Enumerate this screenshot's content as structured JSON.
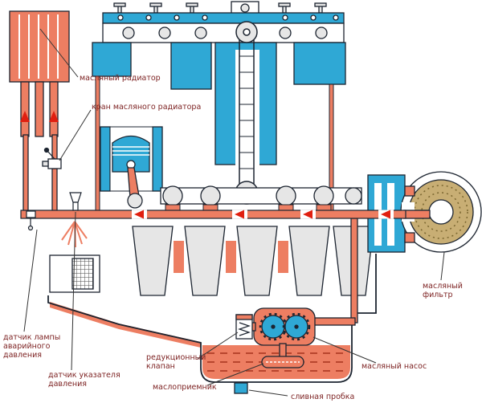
{
  "diagram": {
    "labels": {
      "oil_radiator": "масляный радиатор",
      "radiator_valve": "кран масляного радиатора",
      "oil_filter": "масляный фильтр",
      "emergency_pressure_sensor": "датчик лампы аварийного давления",
      "pressure_gauge_sensor": "датчик указателя давления",
      "relief_valve": "редукционный клапан",
      "oil_pickup": "маслоприемник",
      "oil_pump": "масляный насос",
      "drain_plug": "сливная пробка"
    },
    "colors": {
      "oil": "#ed7e62",
      "oil_dark": "#b8452e",
      "coolant": "#2fa8d5",
      "filter_element": "#c8ae74",
      "metal": "#e6e6e6",
      "outline": "#1c2430",
      "arrow": "#e01f10",
      "label_text": "#7b1f1f",
      "background": "#ffffff"
    }
  }
}
